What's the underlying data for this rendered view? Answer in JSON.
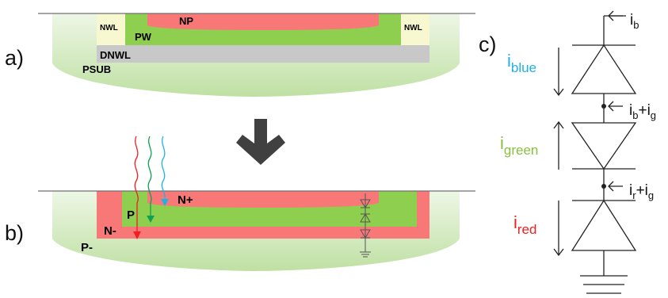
{
  "panels": {
    "a": "a)",
    "b": "b)",
    "c": "c)"
  },
  "cross_section_a": {
    "psub": "PSUB",
    "dnwl": "DNWL",
    "pw": "PW",
    "np": "NP",
    "nwl_left": "NWL",
    "nwl_right": "NWL"
  },
  "cross_section_b": {
    "p_minus": "P-",
    "n_minus": "N-",
    "p": "P",
    "n_plus": "N+"
  },
  "circuit": {
    "i_b": {
      "base": "i",
      "sub": "b"
    },
    "i_blue": {
      "base": "i",
      "sub": "blue"
    },
    "i_green": {
      "base": "i",
      "sub": "green"
    },
    "i_red": {
      "base": "i",
      "sub": "red"
    },
    "i_b_ig": {
      "base": "i",
      "sub": "b",
      "rest": "+i",
      "sub2": "g"
    },
    "i_r_ig": {
      "base": "i",
      "sub": "r",
      "rest": "+i",
      "sub2": "g"
    }
  },
  "colors": {
    "np_red": "#f87878",
    "pw_green": "#8fcf50",
    "substrate_green": "#d6ebc1",
    "dnwl_gray": "#c8c8c8",
    "nwl_cream": "#f8f8d0",
    "blue_label": "#20b0e8",
    "green_label": "#88c040",
    "red_label": "#ee2020",
    "arrow_gray": "#404040"
  }
}
